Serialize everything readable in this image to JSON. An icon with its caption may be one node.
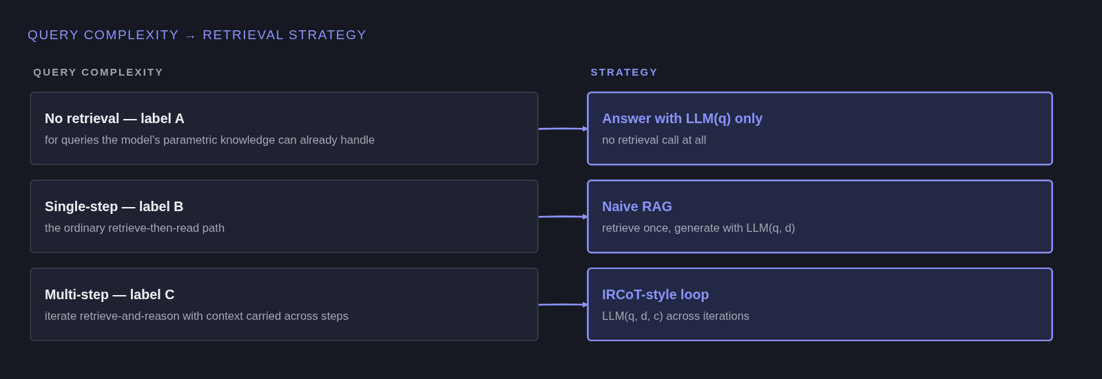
{
  "diagram": {
    "title": "QUERY COMPLEXITY → RETRIEVAL STRATEGY",
    "nodes": [
      {
        "text": [
          "No retrieval — label A",
          "for queries the model's parametric knowledge can already handle"
        ]
      },
      {
        "text": [
          "Answer with LLM(q) only",
          "no retrieval call at all"
        ]
      },
      {
        "text": [
          "Single-step — label B",
          "the ordinary retrieve-then-read path"
        ]
      },
      {
        "text": [
          "Naive RAG",
          "retrieve once, generate with LLM(q, d)"
        ]
      },
      {
        "text": [
          "Multi-step — label C",
          "iterate retrieve-and-reason with context carried across steps"
        ]
      },
      {
        "text": [
          "IRCoT-style loop",
          "LLM(q, d, c) across iterations"
        ]
      }
    ],
    "edges": [
      {
        "from": 0,
        "to": 1,
        "arrow": "to"
      },
      {
        "from": 2,
        "to": 3,
        "arrow": "to"
      },
      {
        "from": 4,
        "to": 5,
        "arrow": "to"
      }
    ],
    "labels": [
      "QUERY COMPLEXITY",
      "STRATEGY"
    ]
  }
}
